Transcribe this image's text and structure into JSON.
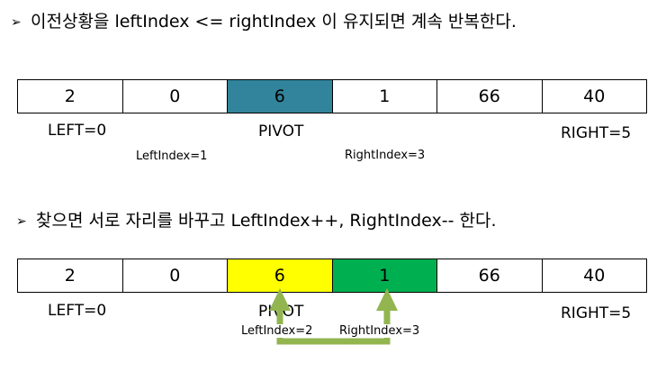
{
  "step1": {
    "bullet": "➢",
    "text": "이전상황을 leftIndex <= rightIndex 이 유지되면 계속 반복한다.",
    "cells": [
      "2",
      "0",
      "6",
      "1",
      "66",
      "40"
    ],
    "left_label": "LEFT=0",
    "pivot_label": "PIVOT",
    "right_label": "RIGHT=5",
    "left_index_label": "LeftIndex=1",
    "right_index_label": "RightIndex=3"
  },
  "step2": {
    "bullet": "➢",
    "text": "찾으면 서로 자리를 바꾸고 LeftIndex++, RightIndex-- 한다.",
    "cells": [
      "2",
      "0",
      "6",
      "1",
      "66",
      "40"
    ],
    "left_label": "LEFT=0",
    "pivot_label": "PIVOT",
    "right_label": "RIGHT=5",
    "left_index_label": "LeftIndex=2",
    "right_index_label": "RightIndex=3"
  },
  "colors": {
    "pivot_teal": "#31849b",
    "swap_yellow": "#ffff00",
    "swap_green": "#00b050",
    "arrow_green": "#92b550"
  },
  "icons": {
    "swap_arrow": "u-shaped-double-arrow-icon"
  }
}
